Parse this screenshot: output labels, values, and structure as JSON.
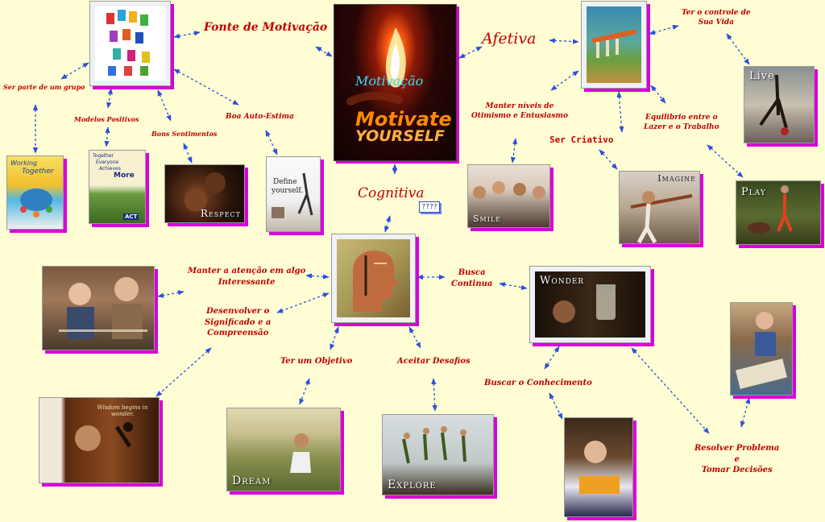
{
  "title": "Motivação",
  "central_poster": {
    "headline": "Motivate",
    "subline": "YOURSELF"
  },
  "main_branches": {
    "fonte": "Fonte de Motivação",
    "afetiva": "Afetiva",
    "cognitiva": "Cognitiva"
  },
  "tag": "????",
  "labels": {
    "ser_parte": "Ser parte de um grupo",
    "modelos": "Modelos Positivos",
    "bons_sentimentos": "Bons Sentimentos",
    "autoestima": "Boa Auto-Estima",
    "controle_1": "Ter o controle de",
    "controle_2": "Sua Vida",
    "otimismo_1": "Manter níveis de",
    "otimismo_2": "Otimismo e Entusiasmo",
    "criativo": "Ser Criativo",
    "lazer_1": "Equilibrio entre o",
    "lazer_2": "Lazer e o Trabalho",
    "atencao_1": "Manter a atenção em algo",
    "atencao_2": "Interessante",
    "busca_1": "Busca",
    "busca_2": "Continua",
    "signif_1": "Desenvolver o",
    "signif_2": "Significado e a",
    "signif_3": "Compreensão",
    "objetivo": "Ter um Objetivo",
    "desafios": "Aceitar Desafios",
    "conhecimento": "Buscar o Conhecimento",
    "resolver_1": "Resolver Problema",
    "resolver_2": "e",
    "resolver_3": "Tomar Decisões"
  },
  "photos": {
    "working": {
      "line1": "Working",
      "line2": "Together"
    },
    "team": {
      "line1": "Together",
      "line2": "Everyone",
      "line3": "Achieves",
      "line4": "More",
      "logo": "ACT"
    },
    "respect": "Respect",
    "define": {
      "line1": "Define",
      "line2": "yourself."
    },
    "smile": "Smile",
    "imagine": "Imagine",
    "live": "Live",
    "play": "Play",
    "wonder": "Wonder",
    "wisdom": "Wisdom begins in wonder.",
    "dream": "Dream",
    "explore": "Explore"
  },
  "colors": {
    "background": "#fefdd3",
    "label": "#c00000",
    "edge": "#2a50e0",
    "shadow": "#d800d8"
  }
}
